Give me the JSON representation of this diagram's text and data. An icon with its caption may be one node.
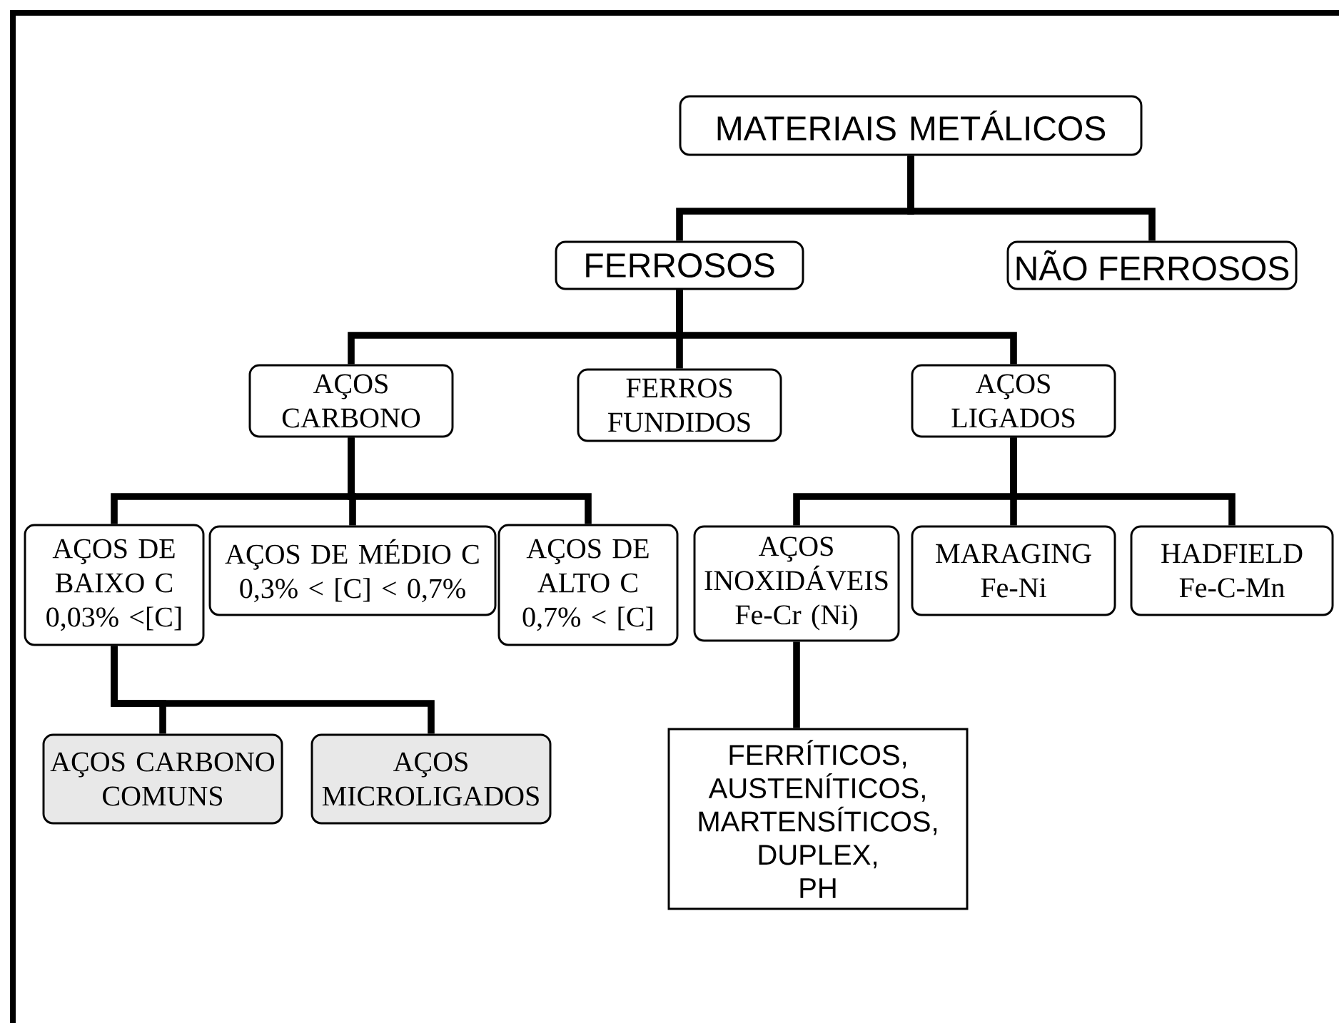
{
  "diagram": {
    "nodes": [
      {
        "text": [
          "MATERIAIS METÁLICOS"
        ]
      },
      {
        "text": [
          "FERROSOS"
        ]
      },
      {
        "text": [
          "NÃO FERROSOS"
        ]
      },
      {
        "text": [
          "AÇOS CARBONO"
        ]
      },
      {
        "text": [
          "FERROS FUNDIDOS"
        ]
      },
      {
        "text": [
          "AÇOS LIGADOS"
        ]
      },
      {
        "text": [
          "AÇOS DE BAIXO C",
          "0,03% <[C]"
        ]
      },
      {
        "text": [
          "AÇOS DE MÉDIO C",
          "0,3% < [C] < 0,7%"
        ]
      },
      {
        "text": [
          "AÇOS DE ALTO C",
          "0,7% < [C]"
        ]
      },
      {
        "text": [
          "AÇOS INOXIDÁVEIS",
          "Fe-Cr (Ni)"
        ]
      },
      {
        "text": [
          "MARAGING",
          "Fe-Ni"
        ]
      },
      {
        "text": [
          "HADFIELD",
          "Fe-C-Mn"
        ]
      },
      {
        "text": [
          "AÇOS CARBONO COMUNS"
        ]
      },
      {
        "text": [
          "AÇOS MICROLIGADOS"
        ]
      },
      {
        "text": [
          "FERRÍTICOS, AUSTENÍTICOS, MARTENSÍTICOS, DUPLEX, PH"
        ]
      }
    ],
    "edges": [
      {
        "from": 0,
        "to": 1,
        "arrow": "none"
      },
      {
        "from": 0,
        "to": 2,
        "arrow": "none"
      },
      {
        "from": 1,
        "to": 3,
        "arrow": "none"
      },
      {
        "from": 1,
        "to": 4,
        "arrow": "none"
      },
      {
        "from": 1,
        "to": 5,
        "arrow": "none"
      },
      {
        "from": 3,
        "to": 6,
        "arrow": "none"
      },
      {
        "from": 3,
        "to": 7,
        "arrow": "none"
      },
      {
        "from": 3,
        "to": 8,
        "arrow": "none"
      },
      {
        "from": 5,
        "to": 9,
        "arrow": "none"
      },
      {
        "from": 5,
        "to": 10,
        "arrow": "none"
      },
      {
        "from": 5,
        "to": 11,
        "arrow": "none"
      },
      {
        "from": 6,
        "to": 12,
        "arrow": "none"
      },
      {
        "from": 6,
        "to": 13,
        "arrow": "none"
      },
      {
        "from": 9,
        "to": 14,
        "arrow": "none"
      }
    ]
  }
}
